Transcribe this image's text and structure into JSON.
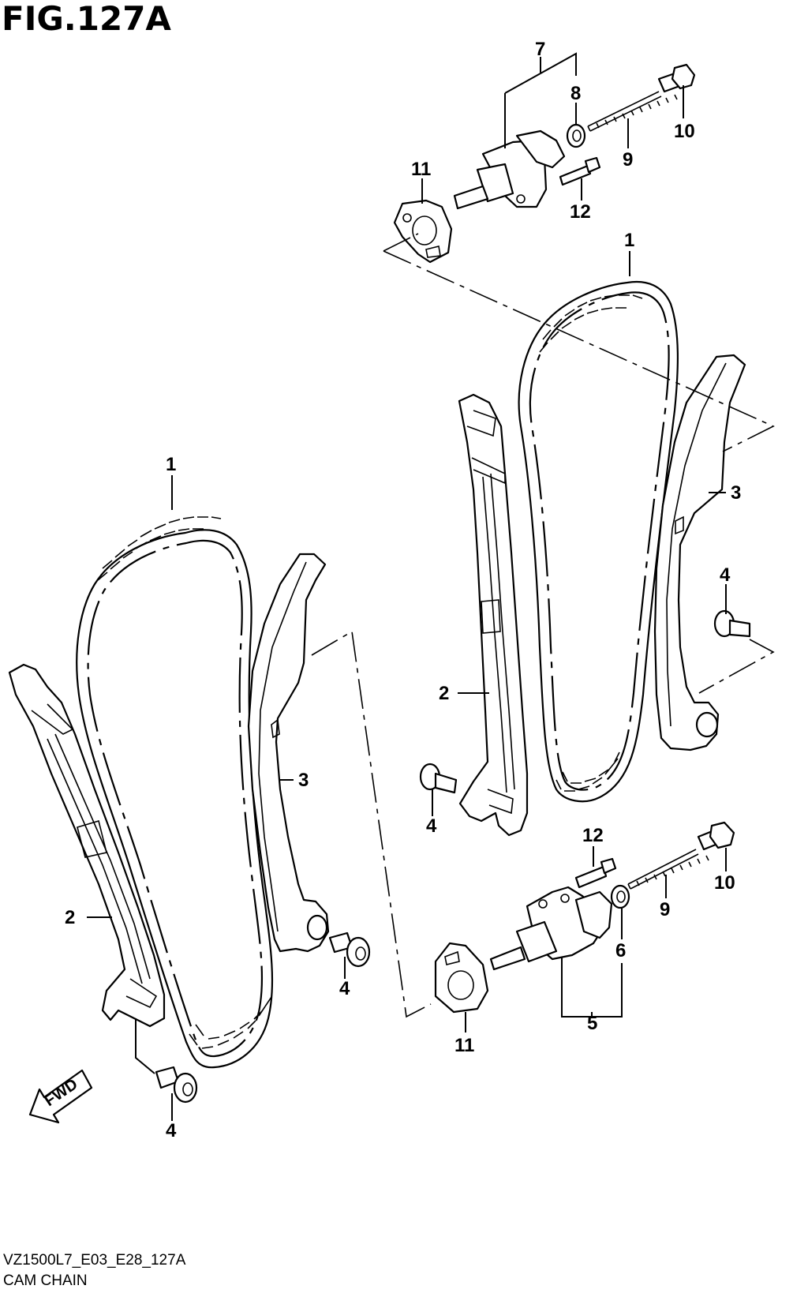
{
  "figure": {
    "title": "FIG.127A",
    "code": "VZ1500L7_E03_E28_127A",
    "name": "CAM CHAIN",
    "fwd_label": "FWD"
  },
  "callouts": {
    "c1_left": "1",
    "c2_left": "2",
    "c3_left": "3",
    "c4_left_a": "4",
    "c4_left_b": "4",
    "c1_right": "1",
    "c2_right": "2",
    "c3_right": "3",
    "c4_right_a": "4",
    "c4_right_b": "4",
    "c5": "5",
    "c6": "6",
    "c7": "7",
    "c8": "8",
    "c9_top": "9",
    "c9_bottom": "9",
    "c10_top": "10",
    "c10_bottom": "10",
    "c11_top": "11",
    "c11_bottom": "11",
    "c12_top": "12",
    "c12_bottom": "12"
  }
}
